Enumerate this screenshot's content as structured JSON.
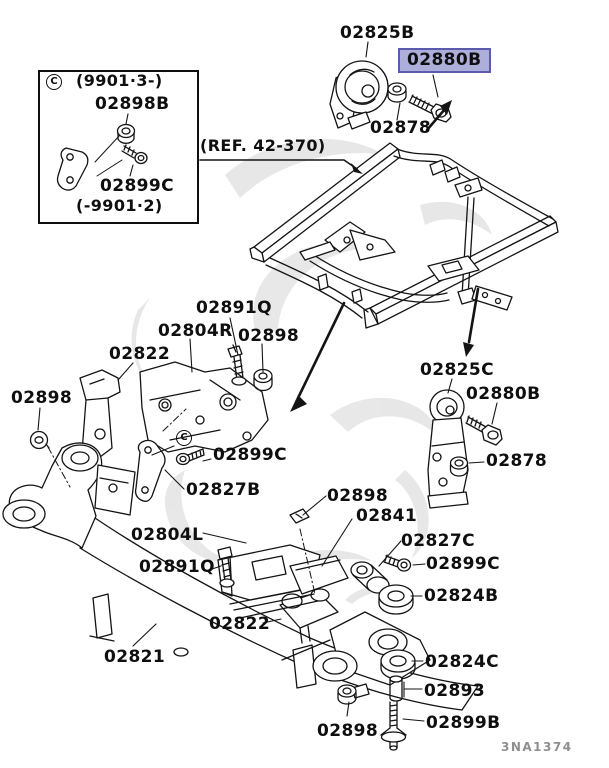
{
  "diagram": {
    "ref_label": "(REF. 42-370)",
    "code": "3NA1374"
  },
  "highlight": {
    "label": "02880B",
    "style": "background:#aeaedb;border:2px solid #5a5aae;"
  },
  "inset": {
    "circle": "C",
    "range_top": "(9901·3-)",
    "part_top": "02898B",
    "part_bottom": "02899C",
    "range_bottom": "(-9901·2)"
  },
  "callouts": {
    "circle_c": "C",
    "c02825b": "02825B",
    "c02878_top": "02878",
    "c02891q_top": "02891Q",
    "c02804r": "02804R",
    "c02898_mid": "02898",
    "c02822_left": "02822",
    "c02898_left": "02898",
    "c02825c": "02825C",
    "c02880b_right": "02880B",
    "c02899c_mid": "02899C",
    "c02878_right": "02878",
    "c02827b": "02827B",
    "c02898_center": "02898",
    "c02841": "02841",
    "c02804l": "02804L",
    "c02827c": "02827C",
    "c02891q_bottom": "02891Q",
    "c02899c_right": "02899C",
    "c02824b": "02824B",
    "c02822_bottom": "02822",
    "c02821": "02821",
    "c02824c": "02824C",
    "c02893": "02893",
    "c02898_bottom": "02898",
    "c02899b": "02899B"
  }
}
